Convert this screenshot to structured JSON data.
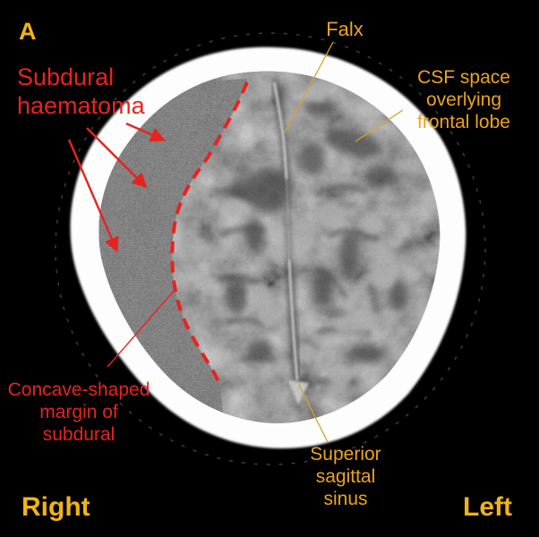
{
  "figure": {
    "panel_letter": "A"
  },
  "labels": {
    "subdural": {
      "line1": "Subdural",
      "line2": "haematoma"
    },
    "falx": {
      "text": "Falx"
    },
    "csf": {
      "line1": "CSF space",
      "line2": "overlying",
      "line3": "frontal lobe"
    },
    "concave": {
      "line1": "Concave-shaped",
      "line2": "margin of",
      "line3": "subdural"
    },
    "sinus": {
      "line1": "Superior",
      "line2": "sagittal",
      "line3": "sinus"
    },
    "orientation_right": "Right",
    "orientation_left": "Left"
  },
  "colors": {
    "annotation_red": "#e8231f",
    "annotation_gold": "#eda41d",
    "orientation_gold": "#f2b315",
    "leader_line_gold": "#d8a133",
    "background": "#000000",
    "skull": "#fdfdfd"
  }
}
